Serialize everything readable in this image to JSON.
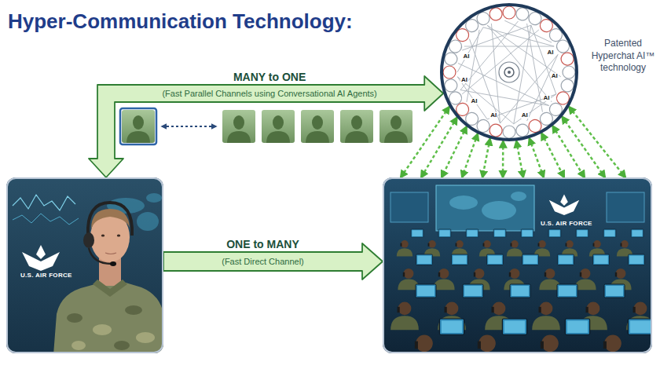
{
  "diagram": {
    "title": "Hyper-Communication Technology:",
    "nodes": [
      {
        "text": [
          "U.S. AIR FORCE"
        ]
      },
      {
        "text": [
          "Patented Hyperchat AI™ technology"
        ]
      },
      {
        "text": [
          "U.S. AIR FORCE"
        ]
      }
    ],
    "edges": [
      {
        "from": 1,
        "to": 0,
        "arrow": "both",
        "label": "MANY to ONE"
      },
      {
        "from": 0,
        "to": 2,
        "arrow": "to",
        "label": "ONE to MANY"
      },
      {
        "from": 1,
        "to": 2,
        "arrow": "both"
      },
      {
        "from": 1,
        "to": 2,
        "arrow": "both"
      },
      {
        "from": 1,
        "to": 2,
        "arrow": "both"
      },
      {
        "from": 1,
        "to": 2,
        "arrow": "both"
      },
      {
        "from": 1,
        "to": 2,
        "arrow": "both"
      },
      {
        "from": 1,
        "to": 2,
        "arrow": "both"
      },
      {
        "from": 1,
        "to": 2,
        "arrow": "both"
      },
      {
        "from": 1,
        "to": 2,
        "arrow": "both"
      },
      {
        "from": 1,
        "to": 2,
        "arrow": "both"
      },
      {
        "from": 1,
        "to": 2,
        "arrow": "both"
      },
      {
        "from": 1,
        "to": 2,
        "arrow": "both"
      },
      {
        "from": 1,
        "to": 2,
        "arrow": "both"
      }
    ],
    "labels": [
      "(Fast Parallel Channels using Conversational AI Agents)",
      "(Fast Direct Channel)",
      "AI",
      "AI",
      "AI",
      "AI",
      "AI",
      "AI",
      "AI",
      "AI"
    ]
  }
}
